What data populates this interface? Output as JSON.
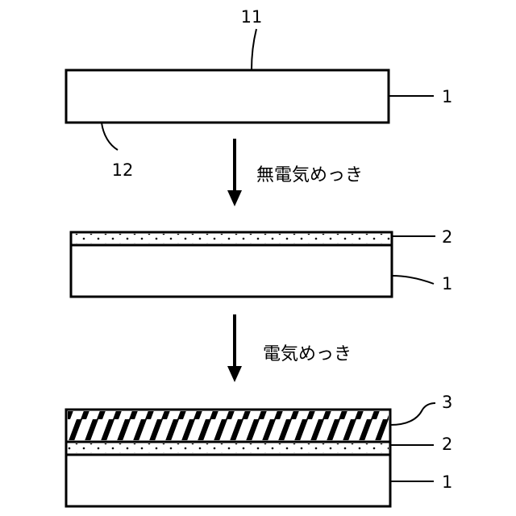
{
  "stages": [
    {
      "labels": {
        "top_surface": "11",
        "bottom_surface": "12",
        "substrate": "1"
      }
    },
    {
      "labels": {
        "electroless_layer": "2",
        "substrate": "1"
      }
    },
    {
      "labels": {
        "electroplated_layer": "3",
        "electroless_layer": "2",
        "substrate": "1"
      }
    }
  ],
  "steps": [
    {
      "label": "無電気めっき"
    },
    {
      "label": "電気めっき"
    }
  ]
}
